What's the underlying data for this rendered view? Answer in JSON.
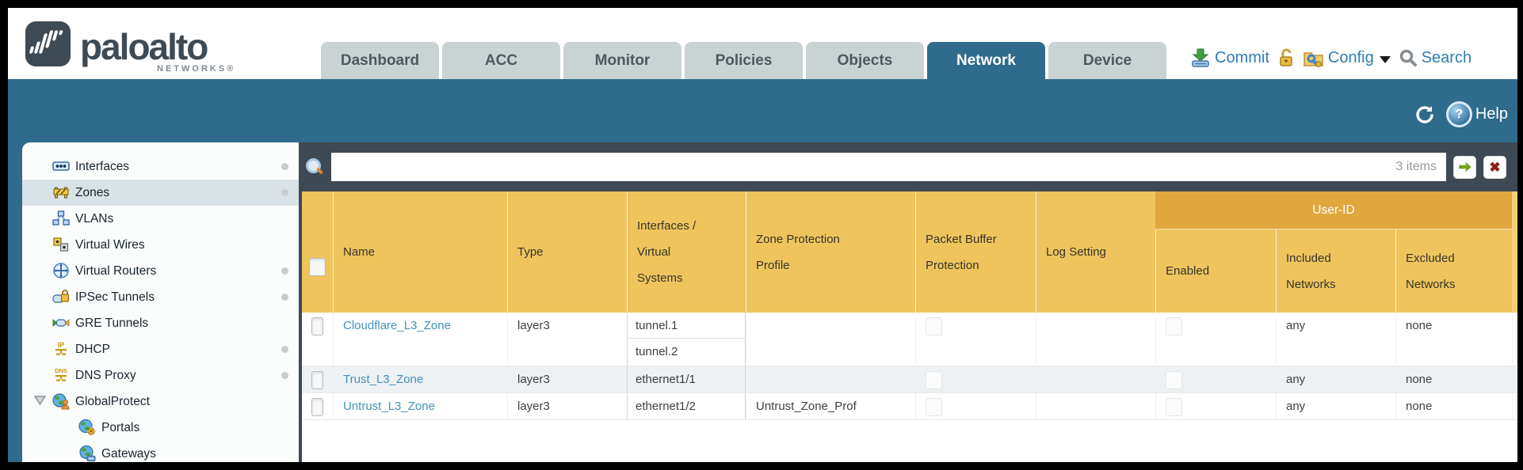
{
  "brand": {
    "name": "paloalto",
    "sub": "NETWORKS®"
  },
  "nav": {
    "tabs": [
      {
        "label": "Dashboard"
      },
      {
        "label": "ACC"
      },
      {
        "label": "Monitor"
      },
      {
        "label": "Policies"
      },
      {
        "label": "Objects"
      },
      {
        "label": "Network"
      },
      {
        "label": "Device"
      }
    ],
    "active_tab": "Network"
  },
  "toolbar": {
    "commit_label": "Commit",
    "config_label": "Config",
    "search_label": "Search"
  },
  "topbar": {
    "help_label": "Help"
  },
  "sidebar": {
    "selected": "Zones",
    "items": [
      {
        "label": "Interfaces"
      },
      {
        "label": "Zones"
      },
      {
        "label": "VLANs"
      },
      {
        "label": "Virtual Wires"
      },
      {
        "label": "Virtual Routers"
      },
      {
        "label": "IPSec Tunnels"
      },
      {
        "label": "GRE Tunnels"
      },
      {
        "label": "DHCP"
      },
      {
        "label": "DNS Proxy"
      },
      {
        "label": "GlobalProtect"
      },
      {
        "label": "Portals"
      },
      {
        "label": "Gateways"
      }
    ]
  },
  "filter_bar": {
    "value": "",
    "items_count": "3 items"
  },
  "table": {
    "user_id_group_label": "User-ID",
    "columns": {
      "name": "Name",
      "type": "Type",
      "interfaces": "Interfaces / Virtual Systems",
      "zone_protection_profile": "Zone Protection Profile",
      "packet_buffer_protection": "Packet Buffer Protection",
      "log_setting": "Log Setting",
      "enabled": "Enabled",
      "included_networks": "Included Networks",
      "excluded_networks": "Excluded Networks"
    },
    "rows": [
      {
        "name": "Cloudflare_L3_Zone",
        "type": "layer3",
        "interfaces": [
          "tunnel.1",
          "tunnel.2"
        ],
        "zone_protection_profile": "",
        "log_setting": "",
        "included_networks": "any",
        "excluded_networks": "none"
      },
      {
        "name": "Trust_L3_Zone",
        "type": "layer3",
        "interfaces": [
          "ethernet1/1"
        ],
        "zone_protection_profile": "",
        "log_setting": "",
        "included_networks": "any",
        "excluded_networks": "none"
      },
      {
        "name": "Untrust_L3_Zone",
        "type": "layer3",
        "interfaces": [
          "ethernet1/2"
        ],
        "zone_protection_profile": "Untrust_Zone_Prof",
        "log_setting": "",
        "included_networks": "any",
        "excluded_networks": "none"
      }
    ]
  },
  "colors": {
    "teal_band": "#2e6b8c",
    "slate": "#3e4954",
    "header_yellow": "#efc45c",
    "user_id_band": "#dfa73e",
    "link_blue": "#4292bc",
    "tab_inactive": "#c9d3d3",
    "commit_text_blue": "#2f7db3"
  }
}
